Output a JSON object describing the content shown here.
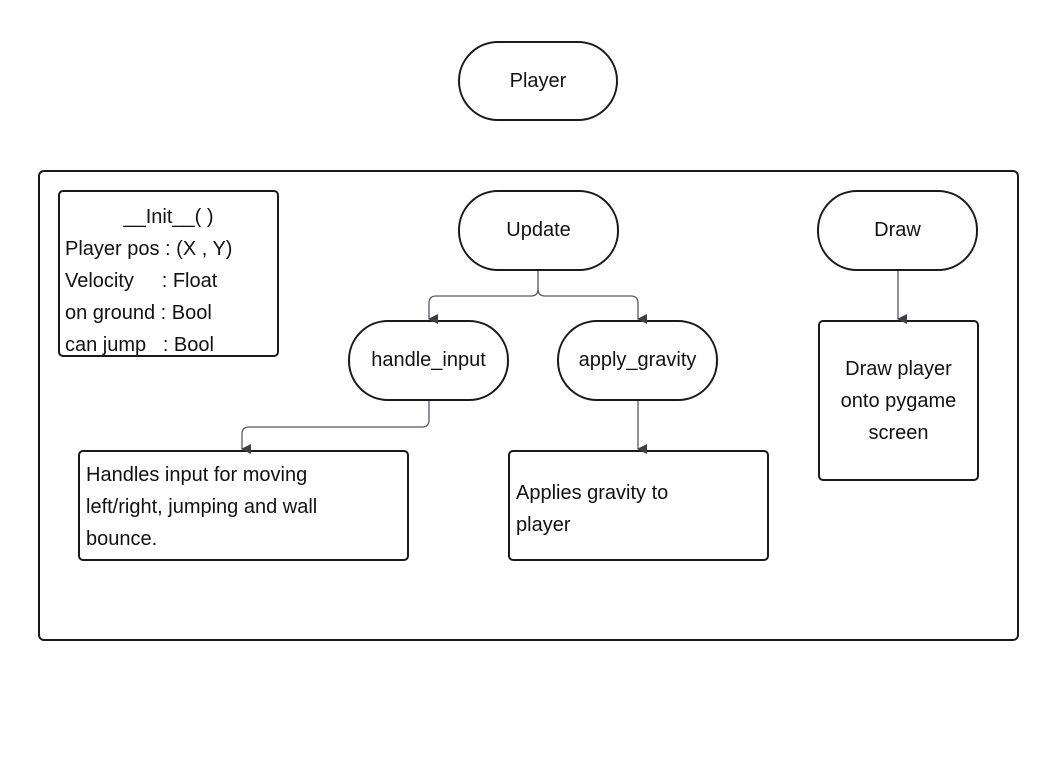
{
  "nodes": {
    "player": "Player",
    "update": "Update",
    "draw": "Draw",
    "handle_input": "handle_input",
    "apply_gravity": "apply_gravity"
  },
  "init_box": {
    "title": "__Init__( )",
    "lines": [
      "Player pos : (X , Y)",
      "Velocity     : Float",
      "on ground : Bool",
      "can jump   : Bool"
    ]
  },
  "notes": {
    "handle_input": [
      "Handles input for moving",
      "left/right, jumping and wall",
      "bounce."
    ],
    "apply_gravity": [
      "Applies gravity to",
      "player"
    ],
    "draw": [
      "Draw player",
      "onto pygame",
      "screen"
    ]
  }
}
